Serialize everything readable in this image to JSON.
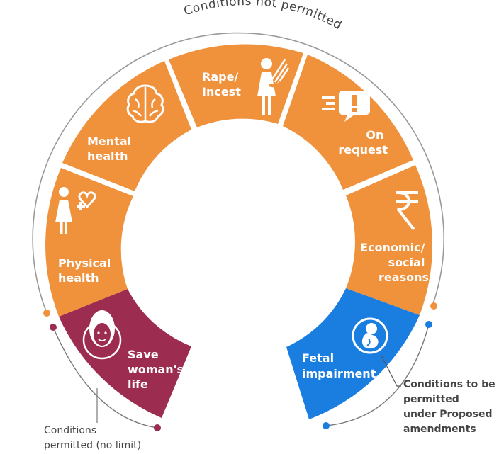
{
  "arc_label": "Conditions not permitted",
  "segments": {
    "save_life": {
      "lines": [
        "Save",
        "woman's",
        "life"
      ],
      "color": "#9c2c50"
    },
    "physical": {
      "lines": [
        "Physical",
        "health"
      ],
      "color": "#f0913c"
    },
    "mental": {
      "lines": [
        "Mental",
        "health"
      ],
      "color": "#f0913c"
    },
    "rape": {
      "lines": [
        "Rape/",
        "Incest"
      ],
      "color": "#f0913c"
    },
    "request": {
      "lines": [
        "On",
        "request"
      ],
      "color": "#f0913c"
    },
    "economic": {
      "lines": [
        "Economic/",
        "social",
        "reasons"
      ],
      "color": "#f0913c"
    },
    "fetal": {
      "lines": [
        "Fetal",
        "impairment"
      ],
      "color": "#1a7de0"
    }
  },
  "notes": {
    "permitted": [
      "Conditions",
      "permitted (no limit)"
    ],
    "proposed": [
      "Conditions to be",
      "permitted",
      "under Proposed",
      "amendments"
    ]
  },
  "colors": {
    "outer_line": "#999999",
    "blue_dot": "#1a7de0",
    "orange_dot": "#f0913c",
    "maroon_dot": "#9c2c50"
  }
}
